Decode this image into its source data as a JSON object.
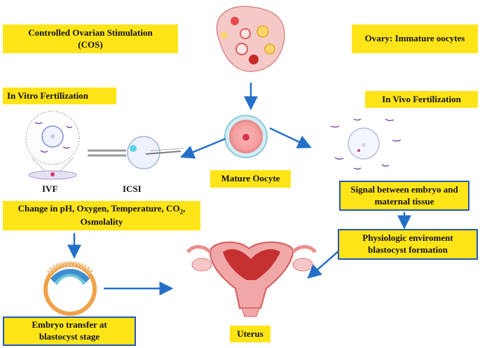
{
  "boxes": {
    "cos": "Controlled Ovarian Stimulation (COS)",
    "ovary": "Ovary: Immature oocytes",
    "ivf_section": "In Vitro Fertilization",
    "invivo_section": "In Vivo Fertilization",
    "mature_oocyte": "Mature Oocyte",
    "signal": "Signal between embryo and maternal tissue",
    "change_line1": "Change in pH, Oxygen, Temperature, CO",
    "change_sub": "2",
    "change_suffix": ",",
    "change_line2": "Osmolality",
    "physiologic": "Physiologic enviroment blastocyst formation",
    "embryo_transfer": "Embryo transfer at blastocyst stage"
  },
  "labels": {
    "ivf": "IVF",
    "icsi": "ICSI",
    "uterus": "Uterus"
  },
  "colors": {
    "box_fill": "#FFE417",
    "box_border": "#2557B8",
    "arrow": "#2470C8"
  }
}
